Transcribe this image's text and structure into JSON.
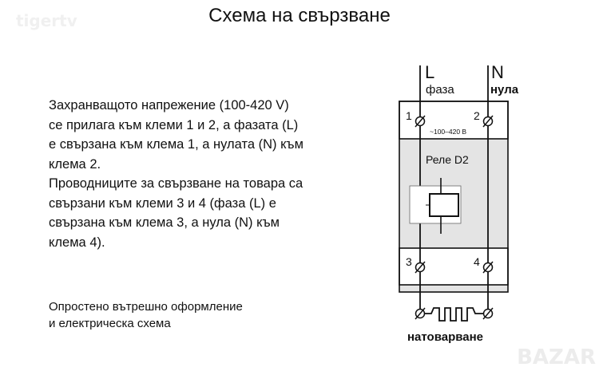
{
  "watermarks": {
    "top_left": "tigertv",
    "bottom_right": "BAZAR"
  },
  "title": "Схема на свързване",
  "description": [
    "Захранващото напрежение (100-420 V)",
    "се прилага към клеми 1 и 2, а фазата (L)",
    "е свързана към клема 1, а нулата (N) към",
    "клема 2.",
    "Проводниците за свързване на товара са",
    "свързани към клеми 3 и 4 (фаза (L) е",
    "свързана към клема 3, а нула (N) към",
    "клема 4)."
  ],
  "caption": [
    "Опростено вътрешно оформление",
    "и електрическа схема"
  ],
  "diagram": {
    "line_label": "L",
    "line_sub": "фаза",
    "neutral_label": "N",
    "neutral_sub": "нула",
    "terminals": [
      "1",
      "2",
      "3",
      "4"
    ],
    "voltage": "~100–420 В",
    "relay_name": "Реле D2",
    "load_label": "натоварване",
    "colors": {
      "body_gray": "#e4e4e4",
      "line": "#111111"
    }
  }
}
